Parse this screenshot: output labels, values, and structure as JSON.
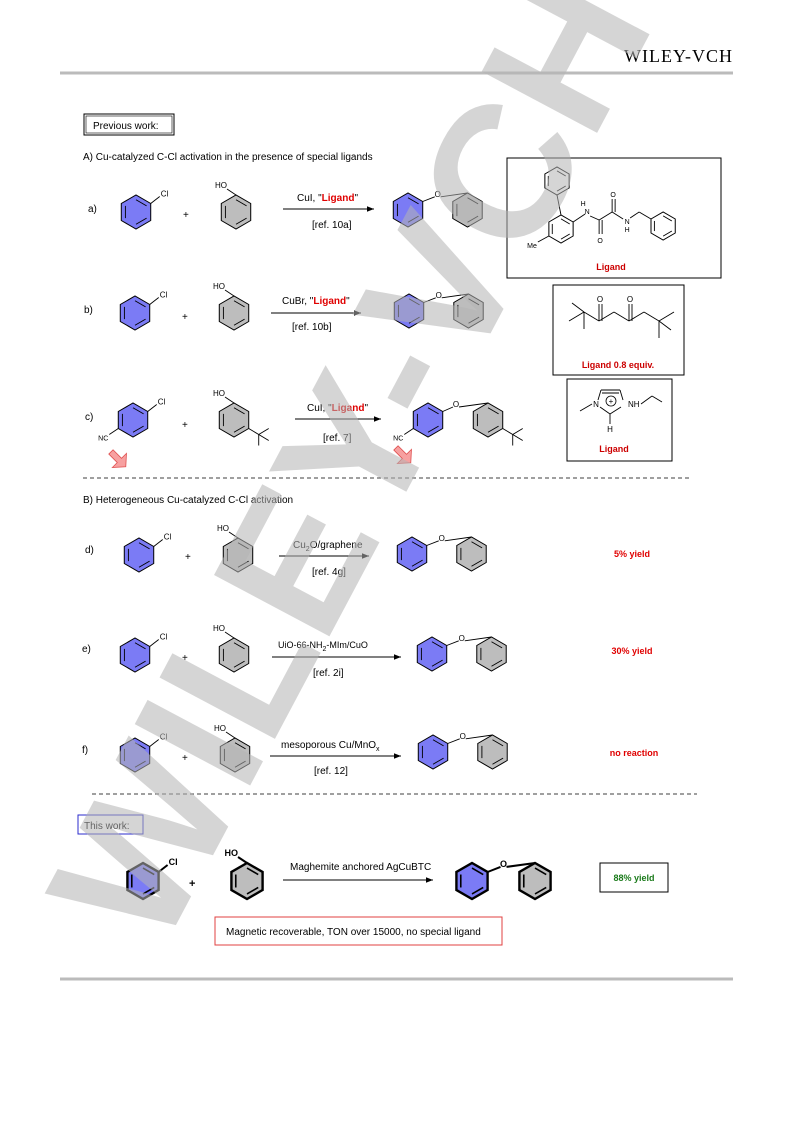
{
  "header": {
    "publisher": "WILEY-VCH"
  },
  "watermark": "WILEY-VCH",
  "previous_work_label": "Previous work:",
  "section_a_title": "A) Cu-catalyzed C-Cl activation in the presence of special ligands",
  "section_b_title": "B) Heterogeneous Cu-catalyzed C-Cl activation",
  "this_work_label": "This work:",
  "atoms": {
    "cl": "Cl",
    "ho": "HO",
    "o": "O",
    "nc": "NC",
    "me": "Me",
    "n": "N",
    "nh": "NH",
    "h": "H",
    "plus_charge": "+"
  },
  "plus_sign": "+",
  "reactions": [
    {
      "id": "a",
      "letter": "a)",
      "reagent_prefix": "CuI, \"",
      "reagent_ligand": "Ligand",
      "reagent_suffix": "\"",
      "ref": "[ref. 10a]"
    },
    {
      "id": "b",
      "letter": "b)",
      "reagent_prefix": "CuBr, \"",
      "reagent_ligand": "Ligand",
      "reagent_suffix": "\"",
      "ref": "[ref. 10b]"
    },
    {
      "id": "c",
      "letter": "c)",
      "reagent_prefix": "CuI, \"",
      "reagent_ligand": "Ligand",
      "reagent_suffix": "\"",
      "ref": "[ref. 7]"
    },
    {
      "id": "d",
      "letter": "d)",
      "reagent_main": "Cu",
      "reagent_sub": "2",
      "reagent_rest": "O/graphene",
      "ref": "[ref. 4g]",
      "result": "5% yield"
    },
    {
      "id": "e",
      "letter": "e)",
      "reagent_main": "UiO-66-NH",
      "reagent_sub": "2",
      "reagent_rest": "-MIm/CuO",
      "ref": "[ref. 2i]",
      "result": "30% yield"
    },
    {
      "id": "f",
      "letter": "f)",
      "reagent_main": "mesoporous Cu/MnO",
      "reagent_sub": "x",
      "reagent_rest": "",
      "ref": "[ref. 12]",
      "result": "no reaction"
    }
  ],
  "ligand_boxes": {
    "a": {
      "label": "Ligand"
    },
    "b": {
      "label": "Ligand 0.8 equiv."
    },
    "c": {
      "label": "Ligand"
    }
  },
  "this_work": {
    "reagent": "Maghemite anchored  AgCuBTC",
    "result": "88% yield",
    "note": "Magnetic recoverable, TON over 15000, no special ligand"
  },
  "colors": {
    "blue_ring": "#7b7bf5",
    "grey_ring": "#bdbdbd",
    "red_text": "#e00000",
    "green_text": "#1a7a1a",
    "rule": "#bbbbbb"
  }
}
